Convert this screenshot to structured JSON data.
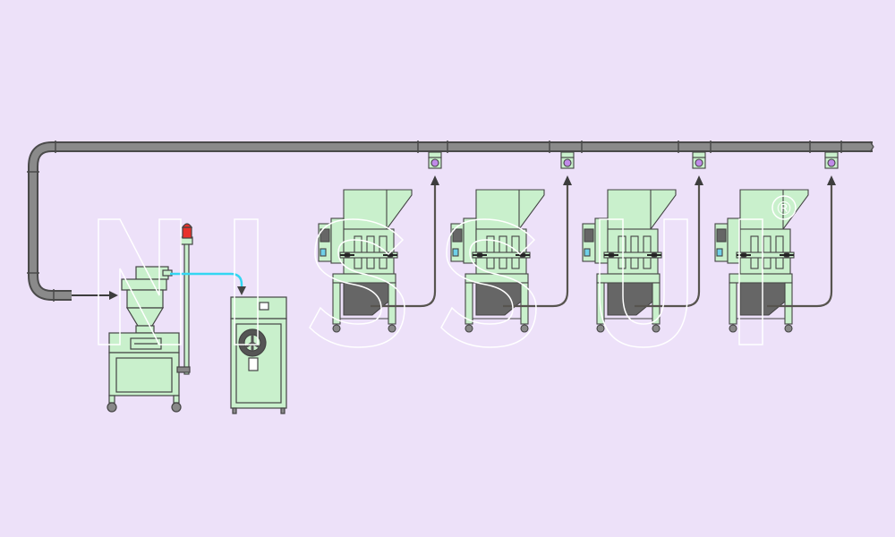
{
  "watermark": {
    "text": "NISSUI",
    "registered": "®"
  },
  "colors": {
    "background": "#ede1f9",
    "machine_fill": "#c9f0cc",
    "outline": "#444444",
    "pipe": "#777777",
    "pipe_dark": "#4a4a4a",
    "feed_line": "#57544f",
    "air_line": "#33d6f2",
    "hopper_dark": "#666666",
    "valve": "#c08ae8",
    "beacon": "#e8322a",
    "watermark_stroke": "#ffffff",
    "arrow": "#3d3d3d"
  },
  "diagram": {
    "type": "pneumatic conveying layout",
    "granulator_count": 4,
    "components": [
      "main-conveying-pipe",
      "receiver-separator",
      "warning-beacon",
      "blower-dryer-unit",
      "granulator",
      "suction-valve"
    ]
  }
}
